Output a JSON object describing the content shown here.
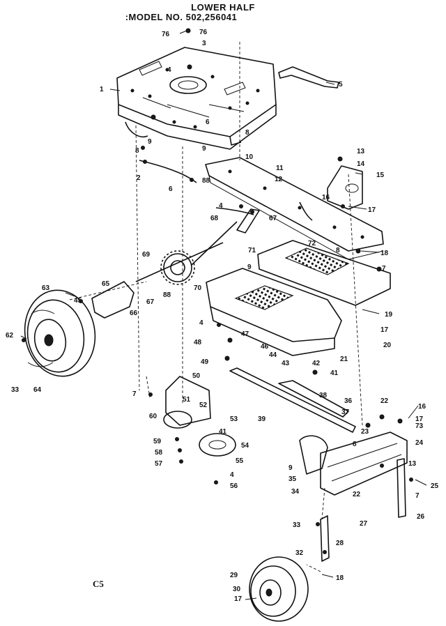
{
  "header": {
    "top_partial": "· ·· · ·· · ·· · ··",
    "subtitle": "LOWER HALF",
    "model": ":MODEL NO. 502,256041"
  },
  "page_code": "C5",
  "callouts": [
    "76",
    "76",
    "3",
    "4",
    "1",
    "5",
    "6",
    "8",
    "9",
    "8",
    "9",
    "2",
    "6",
    "88",
    "10",
    "11",
    "12",
    "13",
    "14",
    "15",
    "16",
    "17",
    "4",
    "68",
    "67",
    "71",
    "72",
    "18",
    "7",
    "69",
    "70",
    "9",
    "8",
    "63",
    "45",
    "65",
    "67",
    "66",
    "88",
    "19",
    "17",
    "20",
    "4",
    "48",
    "47",
    "46",
    "44",
    "43",
    "42",
    "41",
    "21",
    "49",
    "62",
    "33",
    "64",
    "7",
    "50",
    "51",
    "52",
    "41",
    "38",
    "39",
    "36",
    "37",
    "22",
    "16",
    "17",
    "73",
    "60",
    "53",
    "59",
    "58",
    "57",
    "54",
    "55",
    "4",
    "56",
    "24",
    "23",
    "8",
    "9",
    "35",
    "34",
    "13",
    "25",
    "22",
    "7",
    "26",
    "33",
    "27",
    "28",
    "32",
    "29",
    "30",
    "17",
    "18"
  ],
  "colors": {
    "ink": "#111111",
    "paper": "#ffffff"
  }
}
